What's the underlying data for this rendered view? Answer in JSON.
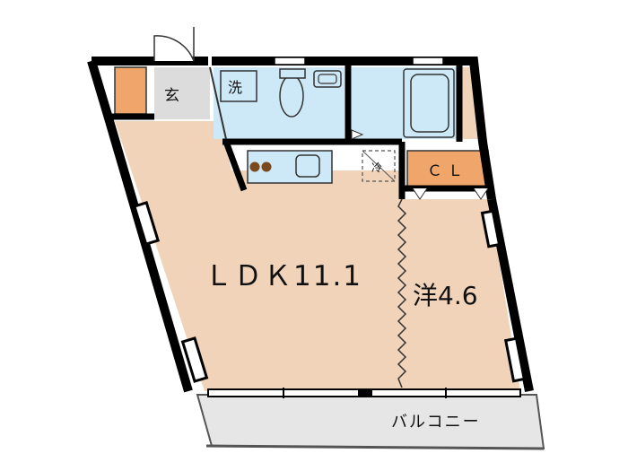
{
  "rooms": {
    "entrance": "玄",
    "washroom": "洗",
    "fridge": "冷",
    "closet": "ＣＬ",
    "ldk": "ＬＤＫ11.1",
    "western": "洋4.6",
    "balcony": "バルコニー"
  },
  "colors": {
    "floor": "#f0d3b8",
    "wet": "#cde9f7",
    "entry": "#dcdcdc",
    "closet": "#f0a66a",
    "balcony": "#e6e6e6",
    "wall": "#000000"
  }
}
